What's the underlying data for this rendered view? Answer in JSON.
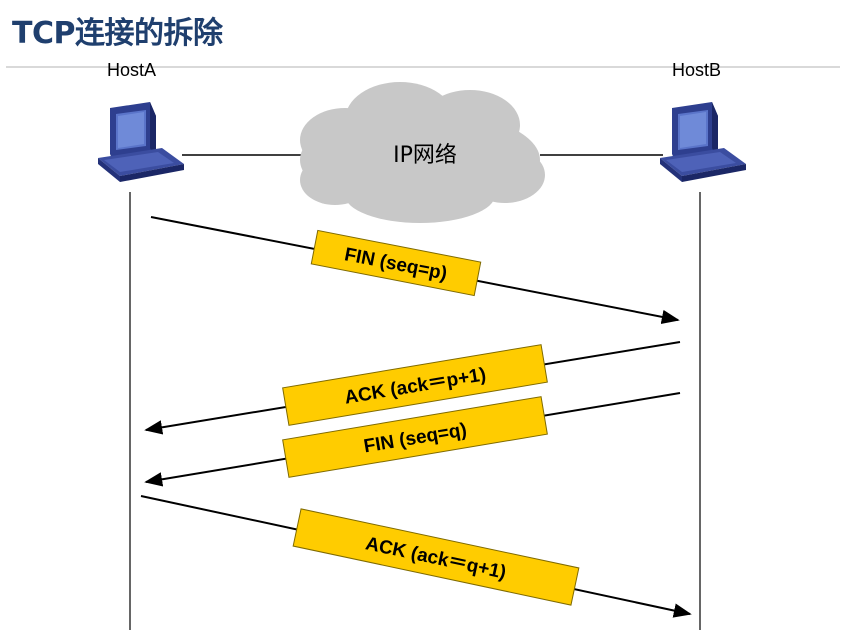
{
  "title": "TCP连接的拆除",
  "hosts": {
    "a": {
      "label": "HostA",
      "icon": "computer-icon"
    },
    "b": {
      "label": "HostB",
      "icon": "computer-icon"
    }
  },
  "network": {
    "label": "IP网络",
    "icon": "cloud-icon"
  },
  "messages": [
    {
      "label": "FIN (seq=p)",
      "from": "HostA",
      "to": "HostB"
    },
    {
      "label": "ACK (ack＝p+1)",
      "from": "HostB",
      "to": "HostA"
    },
    {
      "label": "FIN (seq=q)",
      "from": "HostB",
      "to": "HostA"
    },
    {
      "label": "ACK (ack＝q+1)",
      "from": "HostA",
      "to": "HostB"
    }
  ],
  "colors": {
    "title": "#1f3f6e",
    "label_fill": "#ffcc00",
    "label_border": "#7f6a00",
    "computer_body": "#2e3f8f",
    "computer_screen": "#5a74c9",
    "cloud": "#c8c8c8"
  }
}
